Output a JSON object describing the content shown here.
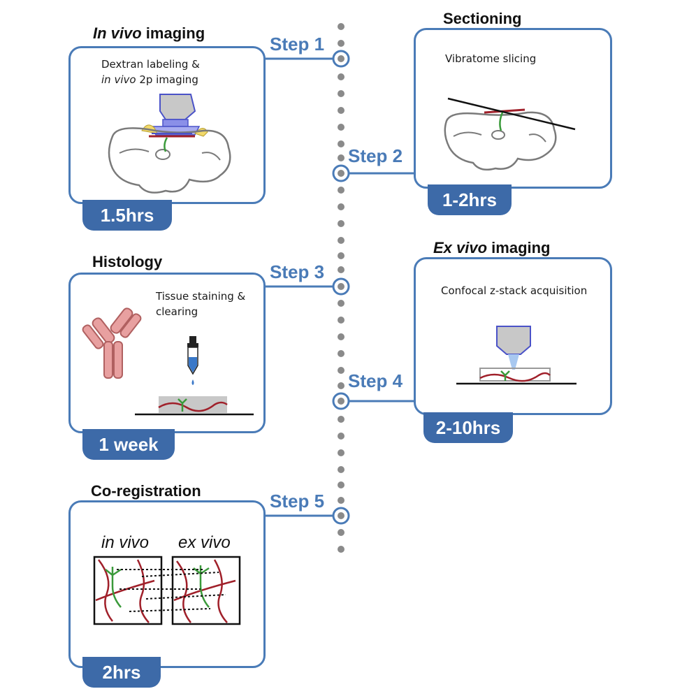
{
  "colors": {
    "accent": "#4a7bb7",
    "duration_bar": "#3d6aa8",
    "dots": "#8a8a8a",
    "vessel_red": "#a0202a",
    "neuron_green": "#3a9a3a"
  },
  "steps": [
    {
      "label": "Step 1",
      "title_italic": "In vivo",
      "title_rest": " imaging",
      "text_line1": "Dextran labeling &",
      "text_line2_italic": "in vivo",
      "text_line2_rest": " 2p imaging",
      "duration": "1.5hrs"
    },
    {
      "label": "Step 2",
      "title": "Sectioning",
      "text": "Vibratome slicing",
      "duration": "1-2hrs"
    },
    {
      "label": "Step 3",
      "title": "Histology",
      "text_line1": "Tissue staining &",
      "text_line2": "clearing",
      "duration": "1 week"
    },
    {
      "label": "Step 4",
      "title_italic": "Ex vivo",
      "title_rest": " imaging",
      "text": "Confocal z-stack acquisition",
      "duration": "2-10hrs"
    },
    {
      "label": "Step 5",
      "title": "Co-registration",
      "left_label": "in vivo",
      "right_label": "ex vivo",
      "duration": "2hrs"
    }
  ]
}
